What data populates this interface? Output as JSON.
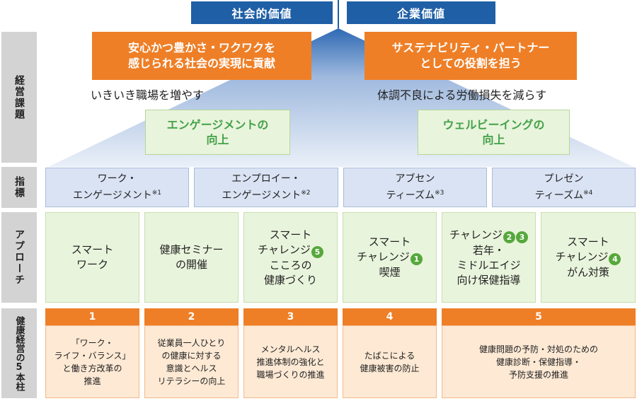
{
  "values": {
    "social": "社会的価値",
    "corporate": "企業価値"
  },
  "goals": {
    "left": [
      "安心かつ豊かさ・ワクワクを",
      "感じられる社会の実現に貢献"
    ],
    "right": [
      "サステナビリティ・パートナー",
      "としての役割を担う"
    ]
  },
  "side_labels": {
    "issues": "経営課題",
    "indicators": "指標",
    "approach": "アプローチ",
    "pillars": "健康経営の5本柱"
  },
  "issues": {
    "left": "いきいき職場を増やす",
    "right": "体調不良による労働損失を減らす"
  },
  "themes": {
    "left": [
      "エンゲージメントの",
      "向上"
    ],
    "right": [
      "ウェルビーイングの",
      "向上"
    ]
  },
  "indicators": [
    {
      "line1": "ワーク・",
      "line2": "エンゲージメント",
      "note": "※1"
    },
    {
      "line1": "エンプロイー・",
      "line2": "エンゲージメント",
      "note": "※2"
    },
    {
      "line1": "アブセン",
      "line2": "ティーズム",
      "note": "※3"
    },
    {
      "line1": "プレゼン",
      "line2": "ティーズム",
      "note": "※4"
    }
  ],
  "approaches": {
    "a1": [
      "スマート",
      "ワーク"
    ],
    "a2": [
      "健康セミナー",
      "の開催"
    ],
    "a3": {
      "l1": "スマート",
      "l2": "チャレンジ",
      "n": "5",
      "l3": "こころの",
      "l4": "健康づくり"
    },
    "a4": {
      "l1": "スマート",
      "l2": "チャレンジ",
      "n": "1",
      "l3": "喫煙"
    },
    "a5": {
      "l1": "チャレンジ",
      "n1": "2",
      "n2": "3",
      "l2": "若年・",
      "l3": "ミドルエイジ",
      "l4": "向け保健指導"
    },
    "a6": {
      "l1": "スマート",
      "l2": "チャレンジ",
      "n": "4",
      "l3": "がん対策"
    }
  },
  "pillars": [
    {
      "num": "1",
      "lines": [
        "「ワーク・",
        "ライフ・バランス」",
        "と働き方改革の",
        "推進"
      ]
    },
    {
      "num": "2",
      "lines": [
        "従業員一人ひとり",
        "の健康に対する",
        "意識とヘルス",
        "リテラシーの向上"
      ]
    },
    {
      "num": "3",
      "lines": [
        "メンタルヘルス",
        "推進体制の強化と",
        "職場づくりの推進"
      ]
    },
    {
      "num": "4",
      "lines": [
        "たばこによる",
        "健康被害の防止"
      ]
    },
    {
      "num": "5",
      "lines": [
        "健康問題の予防・対処のための",
        "健康診断・保健指導・",
        "予防支援の推進"
      ]
    }
  ]
}
